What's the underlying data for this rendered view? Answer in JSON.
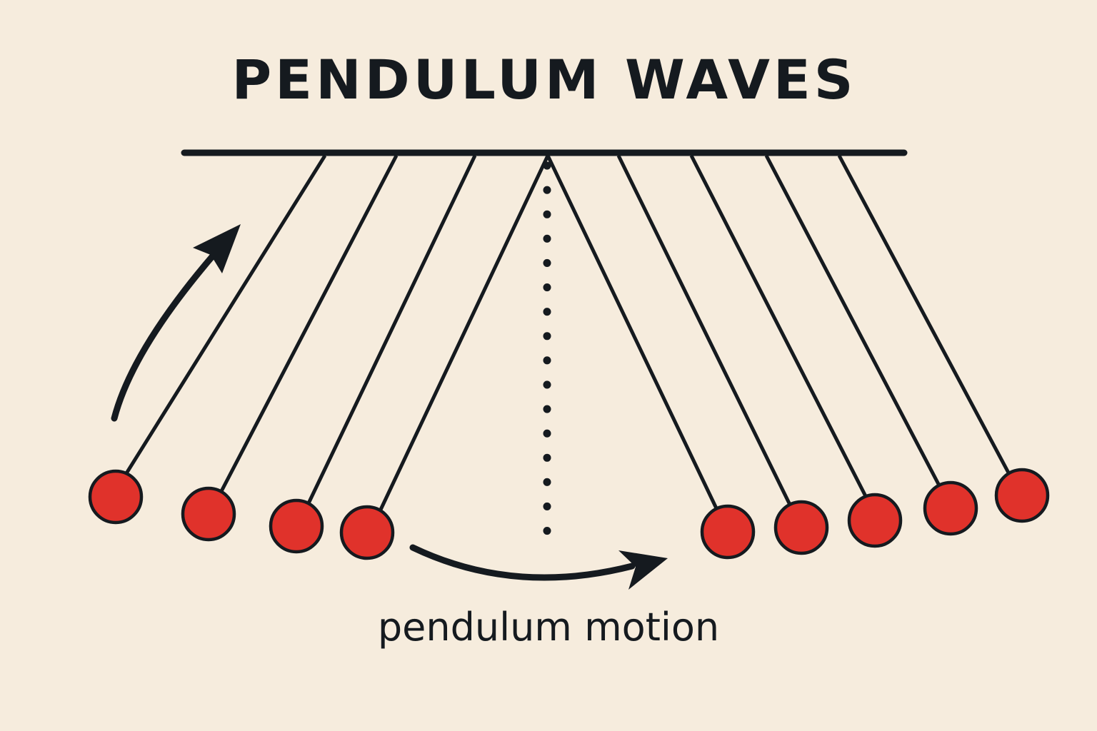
{
  "diagram": {
    "title": "PENDULUM WAVES",
    "caption": "pendulum motion",
    "pendulum_count": 9,
    "colors": {
      "background": "#f6ecdd",
      "ink": "#151a1f",
      "bob": "#e0322b"
    },
    "icons": [
      "curved-arrow-up-icon",
      "curved-arrow-right-icon"
    ]
  }
}
